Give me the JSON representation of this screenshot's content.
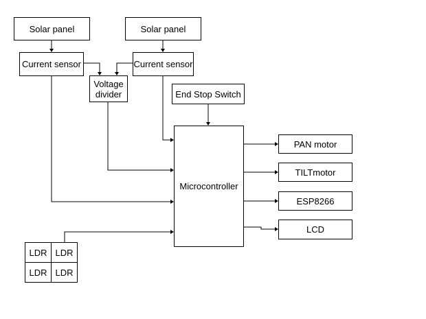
{
  "blocks": {
    "solar_panel_1": "Solar panel",
    "solar_panel_2": "Solar panel",
    "current_sensor_1": "Current sensor",
    "current_sensor_2": "Current sensor",
    "voltage_divider_line1": "Voltage",
    "voltage_divider_line2": "divider",
    "end_stop_switch": "End Stop Switch",
    "microcontroller": "Microcontroller",
    "pan_motor": "PAN motor",
    "tilt_motor": "TILTmotor",
    "esp8266": "ESP8266",
    "lcd": "LCD",
    "ldr_1": "LDR",
    "ldr_2": "LDR",
    "ldr_3": "LDR",
    "ldr_4": "LDR"
  }
}
